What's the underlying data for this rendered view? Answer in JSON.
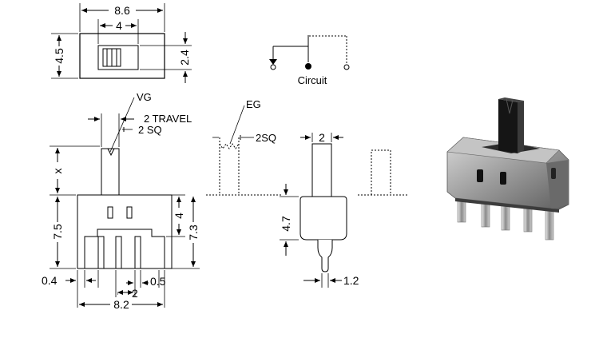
{
  "top_view": {
    "width": "8.6",
    "slot_width": "4",
    "height": "4.5",
    "slot_height": "2.4"
  },
  "circuit": {
    "label": "Circuit"
  },
  "front_view": {
    "lever_label": "VG",
    "travel": "2 TRAVEL",
    "lever_sq": "2 SQ",
    "lever_height": "x",
    "body_height": "7.5",
    "body_inner": "4",
    "total_height": "7.3",
    "pin_offset": "0.4",
    "pin_width": "0.5",
    "pin_pitch": "2",
    "overall_width": "8.2"
  },
  "eg_view": {
    "label": "EG",
    "sq": "2SQ"
  },
  "side_view": {
    "lever_width": "2",
    "body_height": "4.7",
    "pin_width": "1.2"
  },
  "photo": {
    "description_icon": "slide-switch-photo"
  }
}
